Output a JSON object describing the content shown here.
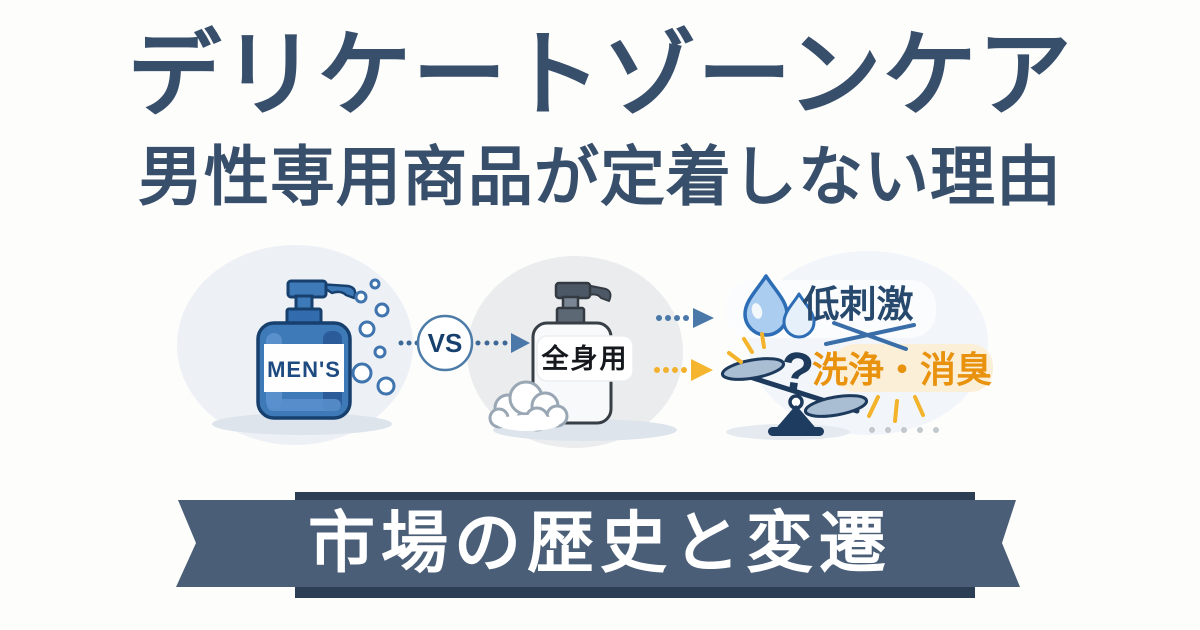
{
  "title": "デリケートゾーンケア",
  "subtitle": "男性専用商品が定着しない理由",
  "comparison": {
    "mens_bottle_label": "MEN'S",
    "vs_label": "VS",
    "allpurpose_bottle_label": "全身用",
    "benefit_mild": "低刺激",
    "benefit_clean_deodorize": "洗浄・消臭",
    "question_mark": "?"
  },
  "banner": {
    "label": "市場の歴史と変遷"
  },
  "colors": {
    "heading_navy": "#384f6b",
    "ribbon_slate": "#4a5e78",
    "ribbon_back_dark": "#2c3e54",
    "mens_bottle_blue": "#3f7ab8",
    "accent_orange": "#e8920e",
    "arrow_steel_blue": "#4a78a8",
    "arrow_yellow": "#f2b02c",
    "cross_out_blue": "#3a6ea8",
    "scale_navy": "#1d3a5c"
  },
  "icons": {
    "water-drops-icon": "two water droplets (mildness)",
    "balance-scale-icon": "tilted balance scale (trade-off)",
    "question-mark-icon": "?",
    "cross-out-icon": "X strike mark",
    "vs-badge": "VS circle",
    "mens-bottle-icon": "blue pump bottle",
    "allpurpose-bottle-icon": "white pump bottle",
    "foam-icon": "soap foam cloud",
    "bubbles-icon": "soap bubbles",
    "dotted-arrow-icon": "dotted arrow",
    "sparkle-icon": "emphasis burst lines",
    "ellipsis-dots-icon": "trailing gray dots"
  }
}
